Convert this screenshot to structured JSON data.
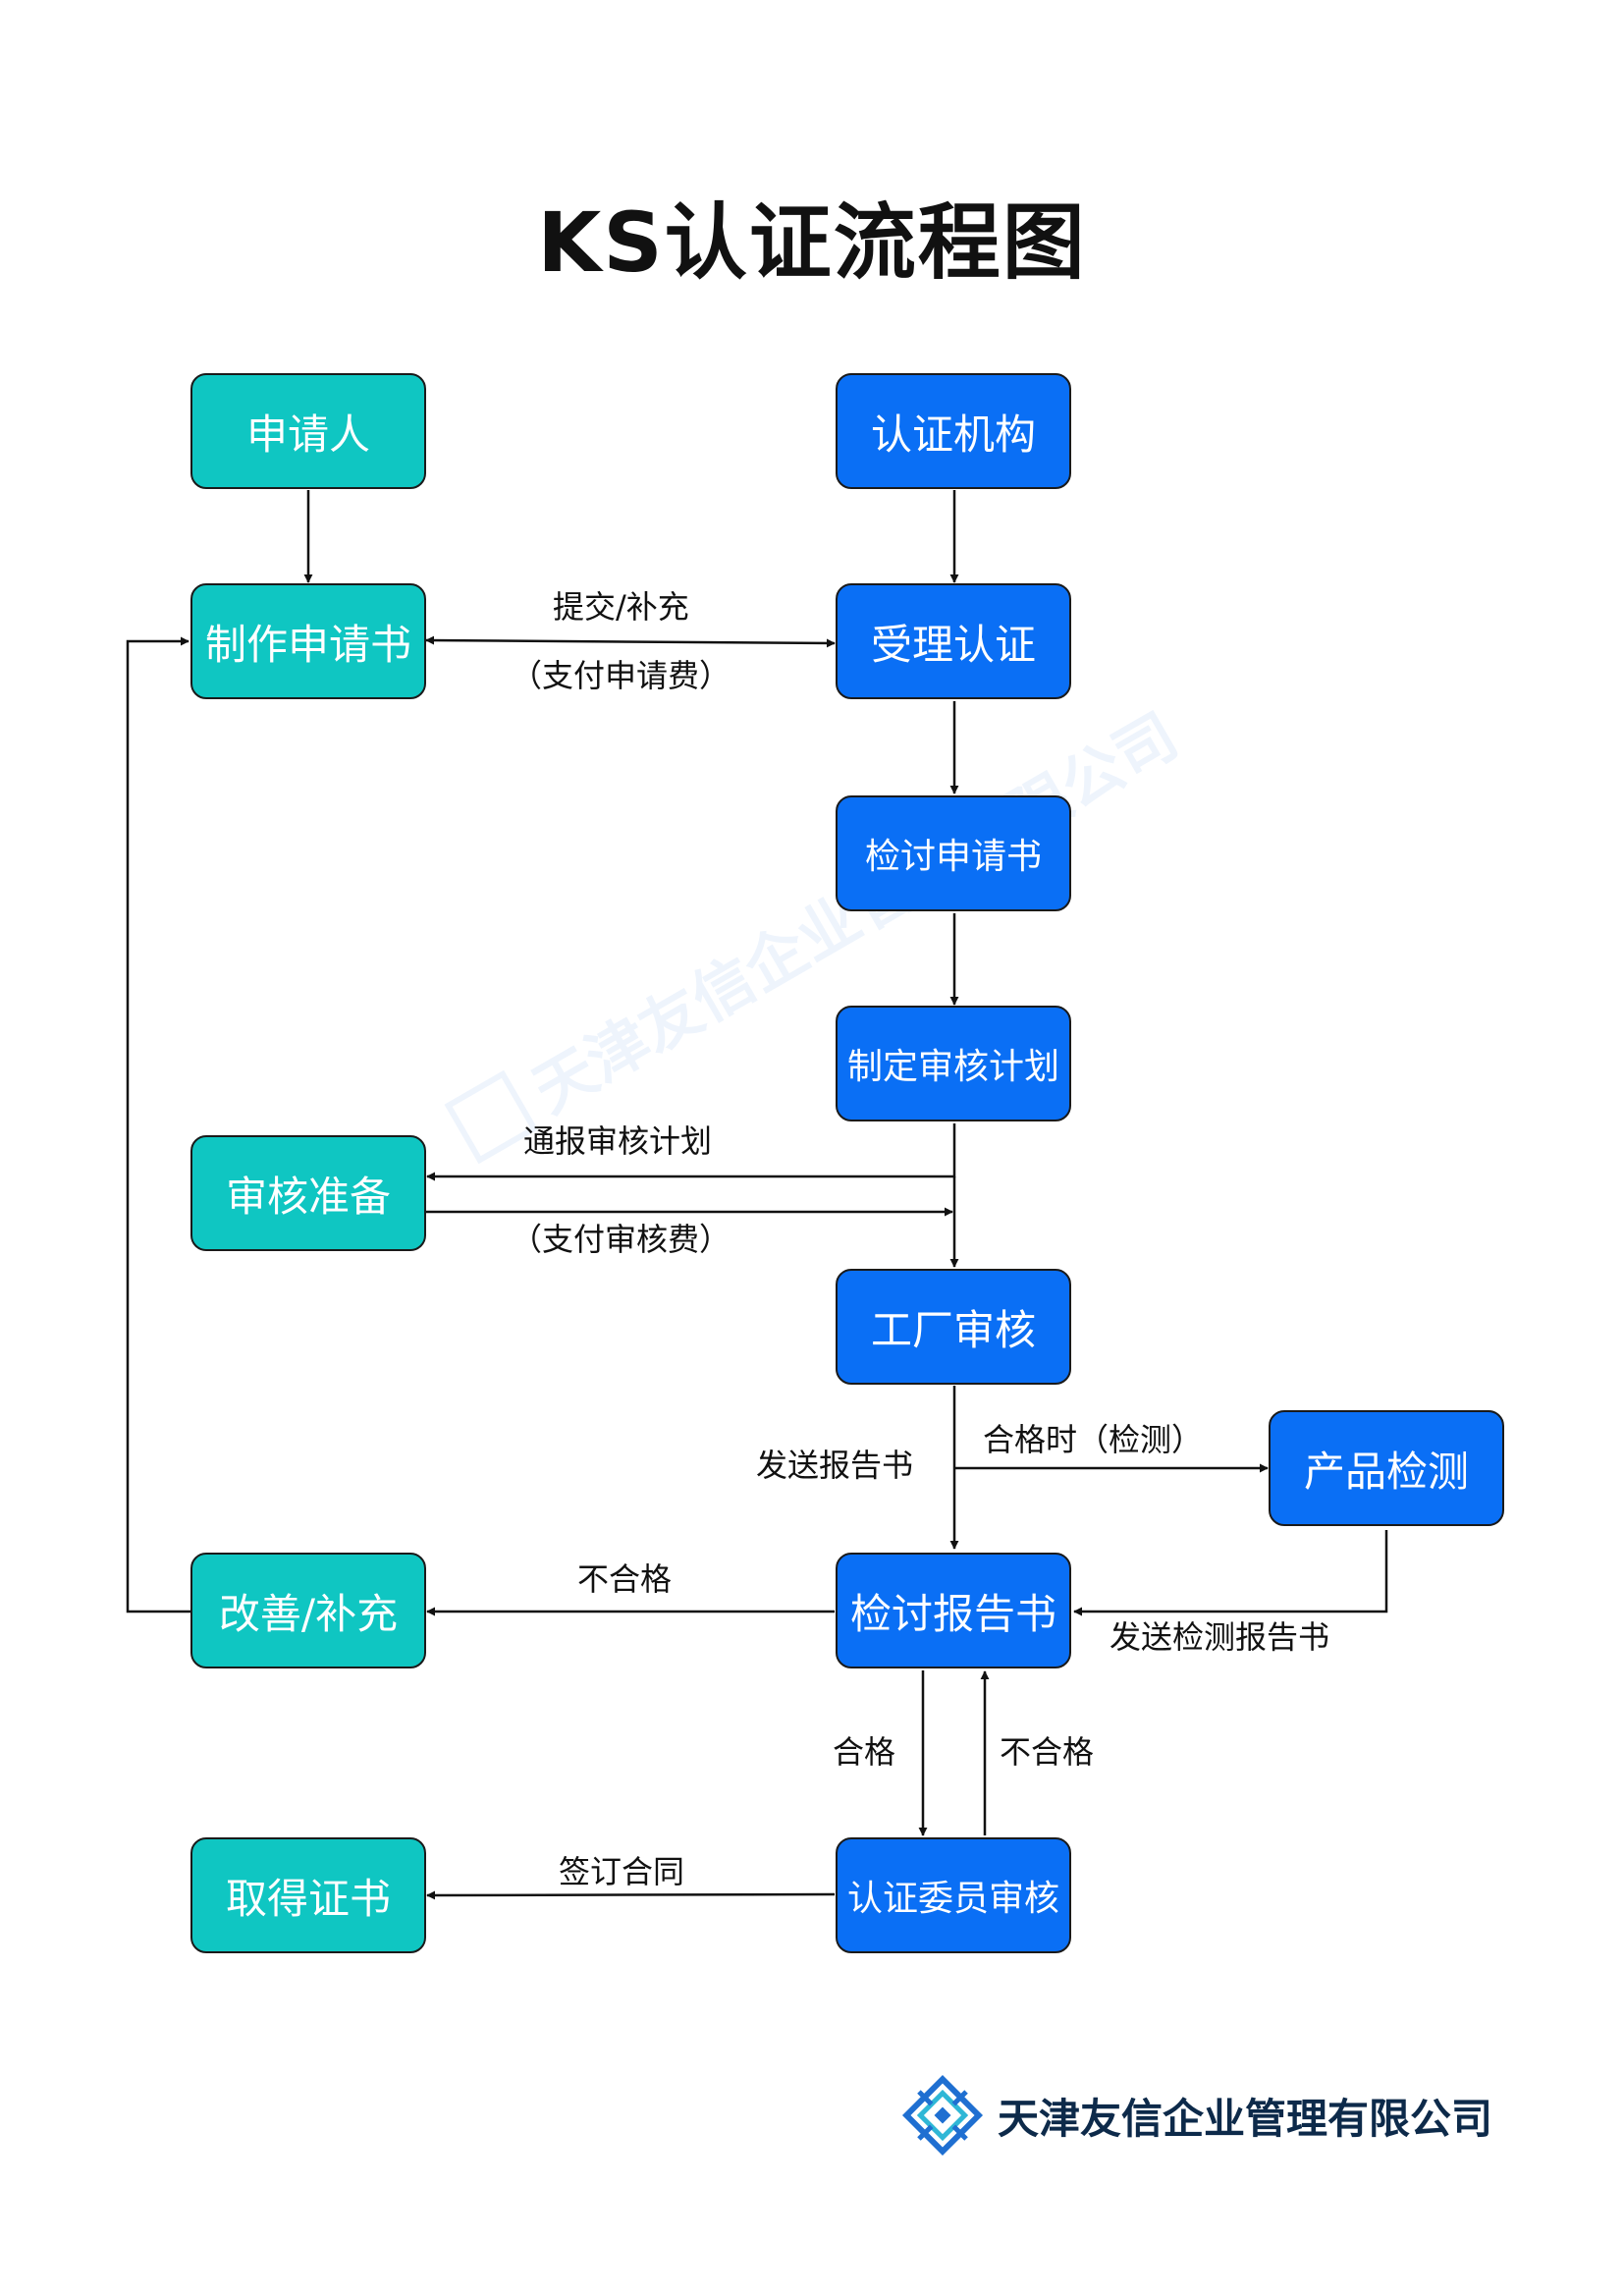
{
  "title": "KS认证流程图",
  "colors": {
    "applicant": "#0fc6c2",
    "certifier": "#0a6ff5"
  },
  "nodes": {
    "applicant": "申请人",
    "make_application": "制作申请书",
    "audit_prep": "审核准备",
    "improve": "改善/补充",
    "get_certificate": "取得证书",
    "cert_body": "认证机构",
    "accept": "受理认证",
    "review_application": "检讨申请书",
    "audit_plan": "制定审核计划",
    "factory_audit": "工厂审核",
    "review_report": "检讨报告书",
    "committee": "认证委员审核",
    "product_test": "产品检测"
  },
  "edge_labels": {
    "submit": "提交/补充",
    "pay_application": "（支付申请费）",
    "notify_plan": "通报审核计划",
    "pay_audit": "（支付审核费）",
    "send_report": "发送报告书",
    "when_pass_test": "合格时（检测）",
    "fail_left": "不合格",
    "send_test_report": "发送检测报告书",
    "pass": "合格",
    "fail_up": "不合格",
    "sign_contract": "签订合同"
  },
  "watermark": "天津友信企业管理有限公司",
  "footer": {
    "company": "天津友信企业管理有限公司",
    "logo_icon": "diamond-knot-logo-icon"
  }
}
